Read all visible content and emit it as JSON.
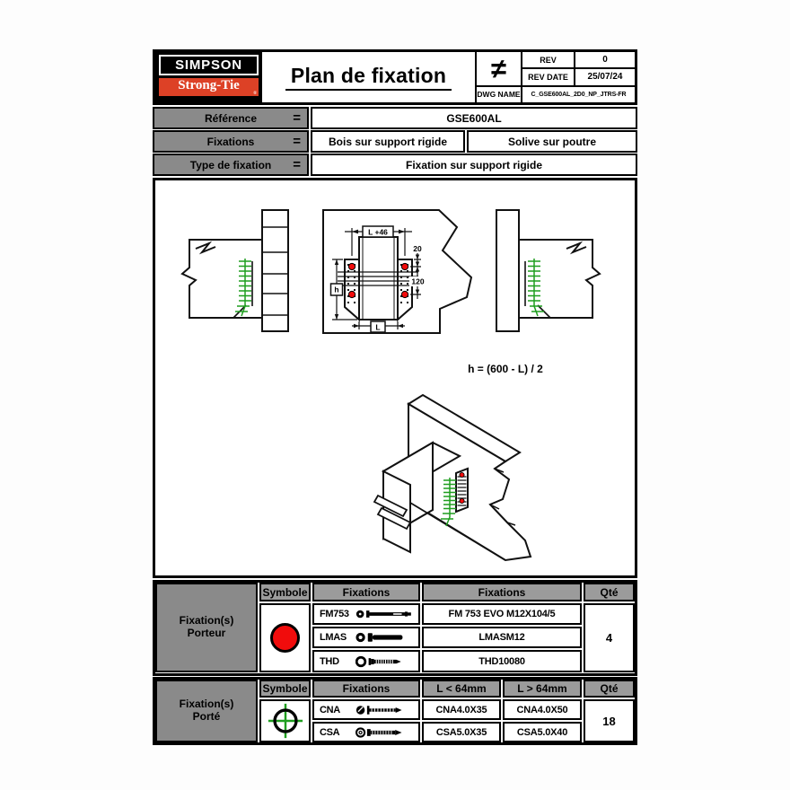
{
  "header": {
    "logo": {
      "simpson": "SIMPSON",
      "strongtie": "Strong-Tie",
      "registered": "®"
    },
    "title": "Plan de fixation",
    "rev": {
      "symbol": "≠",
      "rev_label": "REV",
      "rev_value": "0",
      "rev_date_label": "REV DATE",
      "rev_date_value": "25/07/24",
      "dwg_label": "DWG NAME",
      "dwg_value": "C_GSE600AL_2D0_NP_JTRS-FR"
    }
  },
  "info": {
    "rows": [
      {
        "label": "Référence",
        "eq": "=",
        "values": [
          "GSE600AL"
        ]
      },
      {
        "label": "Fixations",
        "eq": "=",
        "values": [
          "Bois sur support rigide",
          "Solive sur poutre"
        ]
      },
      {
        "label": "Type de fixation",
        "eq": "=",
        "values": [
          "Fixation sur support rigide"
        ]
      }
    ]
  },
  "drawing": {
    "dim_top": "L +46",
    "dim_right_upper": "20",
    "dim_right_lower": "120",
    "dim_left": "h",
    "dim_bottom": "L",
    "formula": "h = (600 - L) / 2"
  },
  "porteur": {
    "title_line1": "Fixation(s)",
    "title_line2": "Porteur",
    "headers": [
      "Symbole",
      "Fixations",
      "Fixations",
      "Qté"
    ],
    "rows": [
      {
        "code": "FM753",
        "name": "FM 753 EVO M12X104/5"
      },
      {
        "code": "LMAS",
        "name": "LMASM12"
      },
      {
        "code": "THD",
        "name": "THD10080"
      }
    ],
    "qty": "4"
  },
  "porte": {
    "title_line1": "Fixation(s)",
    "title_line2": "Porté",
    "headers": [
      "Symbole",
      "Fixations",
      "L < 64mm",
      "L > 64mm",
      "Qté"
    ],
    "rows": [
      {
        "code": "CNA",
        "short": "CNA4.0X35",
        "long": "CNA4.0X50"
      },
      {
        "code": "CSA",
        "short": "CSA5.0X35",
        "long": "CSA5.0X40"
      }
    ],
    "qty": "18"
  },
  "colors": {
    "marker_red": "#f10c0c",
    "logo_red": "#dd4126",
    "screw_green": "#1f9e1f",
    "label_gray": "#8a8a8a",
    "header_gray": "#9b9b9b"
  }
}
